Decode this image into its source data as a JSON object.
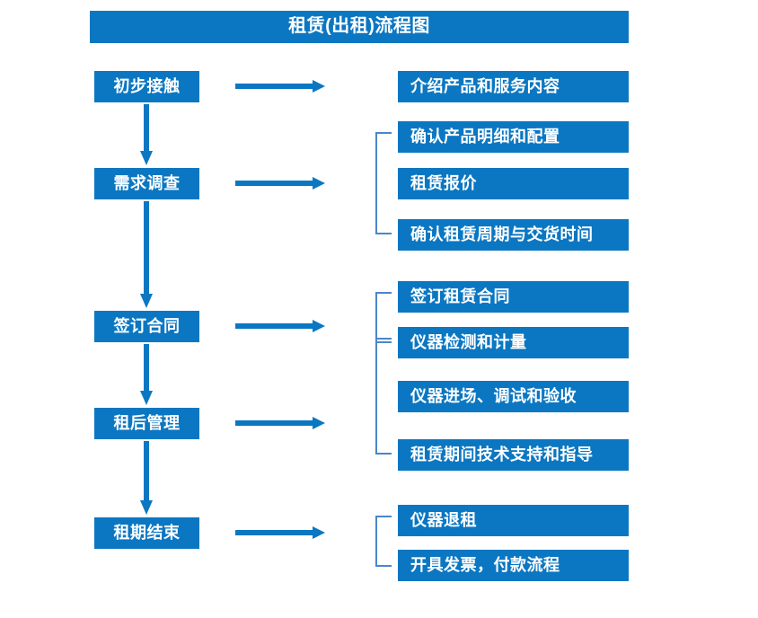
{
  "diagram": {
    "title": "租赁(出租)流程图",
    "colors": {
      "box_fill": "#0b77c2",
      "box_text": "#ffffff",
      "arrow": "#0b77c2",
      "bracket": "#4a86c8",
      "background": "#ffffff"
    },
    "stages": [
      {
        "label": "初步接触"
      },
      {
        "label": "需求调查"
      },
      {
        "label": "签订合同"
      },
      {
        "label": "租后管理"
      },
      {
        "label": "租期结束"
      }
    ],
    "details": [
      {
        "label": "介绍产品和服务内容"
      },
      {
        "label": "确认产品明细和配置"
      },
      {
        "label": "租赁报价"
      },
      {
        "label": "确认租赁周期与交货时间"
      },
      {
        "label": "签订租赁合同"
      },
      {
        "label": "仪器检测和计量"
      },
      {
        "label": "仪器进场、调试和验收"
      },
      {
        "label": "租赁期间技术支持和指导"
      },
      {
        "label": "仪器退租"
      },
      {
        "label": "开具发票，付款流程"
      }
    ],
    "connectors": {
      "horizontal_arrow": "right-arrow-icon",
      "vertical_arrow": "down-arrow-icon",
      "group_bracket": "bracket-icon"
    }
  }
}
